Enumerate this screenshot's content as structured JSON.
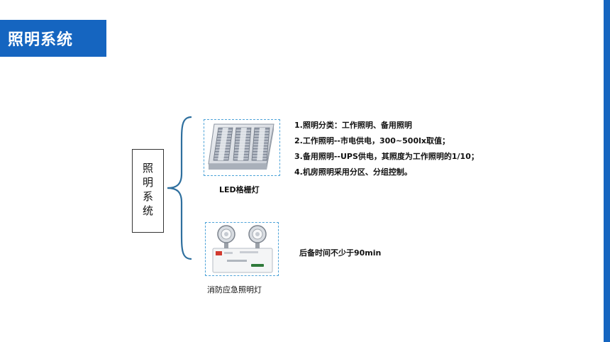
{
  "title": "照明系统",
  "system_label": "照明系统",
  "led_caption": "LED格栅灯",
  "emergency_caption": "消防应急照明灯",
  "points": [
    "1.照明分类：工作照明、备用照明",
    "2.工作照明--市电供电，300~500lx取值；",
    "3.备用照明--UPS供电，其照度为工作照明的1/10；",
    "4.机房照明采用分区、分组控制。"
  ],
  "backup_note": "后备时间不少于90min",
  "colors": {
    "accent": "#1565c0",
    "brace": "#2e6f9e",
    "dashed_border": "#4da3d8"
  },
  "icons": [
    "led-grille-light-image",
    "emergency-light-image"
  ]
}
